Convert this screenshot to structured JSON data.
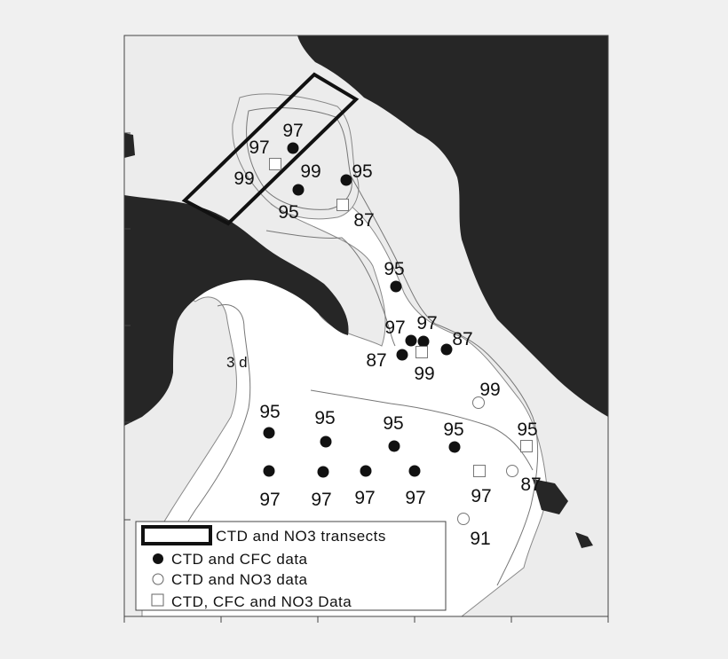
{
  "map": {
    "colors": {
      "background": "#f0f0f0",
      "land": "#262626",
      "shelf": "#ececec",
      "deep": "#ffffff",
      "contour": "#777777",
      "ink": "#111111"
    },
    "region_label": "3 d",
    "stations": [
      {
        "type": "ctd_cfc",
        "label": "97"
      },
      {
        "type": "ctd_cfc_no3",
        "label": "97"
      },
      {
        "type": "ctd_cfc_no3",
        "label": "99"
      },
      {
        "type": "ctd_cfc",
        "label": "99"
      },
      {
        "type": "ctd_cfc",
        "label": "95"
      },
      {
        "type": "ctd_cfc",
        "label": "95"
      },
      {
        "type": "ctd_cfc_no3",
        "label": "87"
      },
      {
        "type": "ctd_cfc",
        "label": "95"
      },
      {
        "type": "ctd_cfc",
        "label": "97"
      },
      {
        "type": "ctd_cfc",
        "label": "97"
      },
      {
        "type": "ctd_cfc",
        "label": "87"
      },
      {
        "type": "ctd_cfc_no3",
        "label": "99"
      },
      {
        "type": "ctd_cfc",
        "label": "87"
      },
      {
        "type": "ctd_no3",
        "label": "99"
      },
      {
        "type": "ctd_cfc",
        "label": "95"
      },
      {
        "type": "ctd_cfc",
        "label": "95"
      },
      {
        "type": "ctd_cfc",
        "label": "95"
      },
      {
        "type": "ctd_cfc",
        "label": "95"
      },
      {
        "type": "ctd_cfc_no3",
        "label": "95"
      },
      {
        "type": "ctd_cfc",
        "label": "97"
      },
      {
        "type": "ctd_cfc",
        "label": "97"
      },
      {
        "type": "ctd_cfc",
        "label": "97"
      },
      {
        "type": "ctd_cfc",
        "label": "97"
      },
      {
        "type": "ctd_cfc_no3",
        "label": "97"
      },
      {
        "type": "ctd_no3",
        "label": "87"
      },
      {
        "type": "ctd_no3",
        "label": "91"
      }
    ],
    "legend": {
      "transects": "CTD and NO3 transects",
      "ctd_cfc": "CTD and CFC data",
      "ctd_no3": "CTD and NO3 data",
      "ctd_cfc_no3": "CTD, CFC and NO3 Data"
    }
  }
}
